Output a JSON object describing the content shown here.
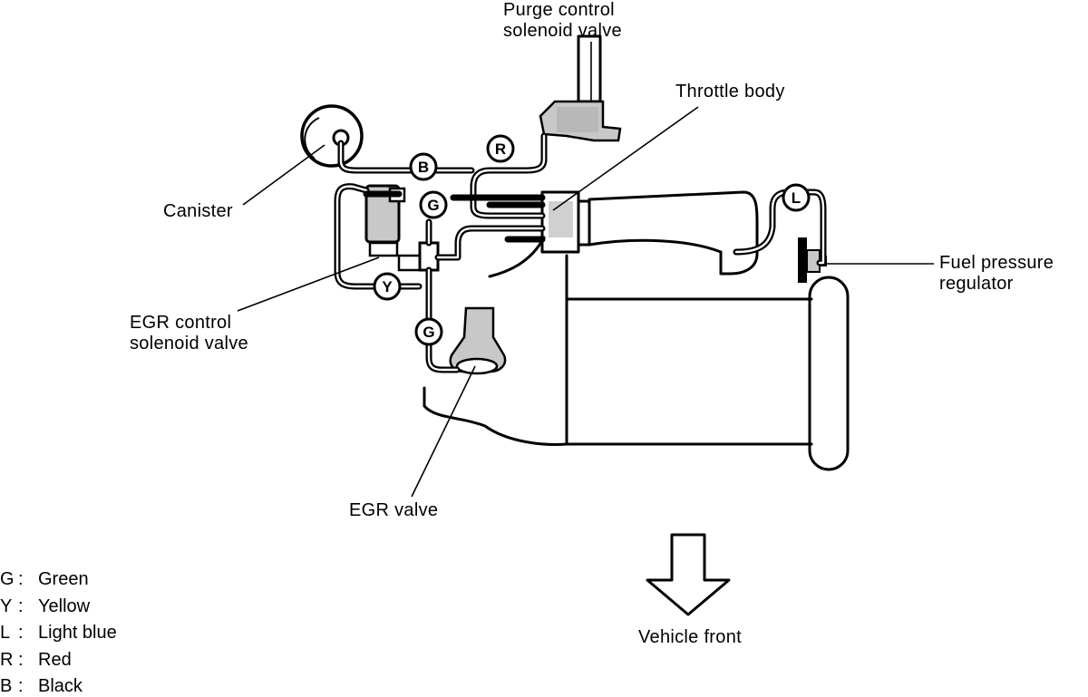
{
  "components": {
    "purge_valve": "Purge control\nsolenoid valve",
    "throttle_body": "Throttle body",
    "canister": "Canister",
    "fuel_regulator": "Fuel pressure\nregulator",
    "egr_solenoid": "EGR control\nsolenoid valve",
    "egr_valve": "EGR valve",
    "vehicle_front": "Vehicle front"
  },
  "hose_tags": {
    "black": "B",
    "red": "R",
    "green_upper": "G",
    "green_lower": "G",
    "yellow": "Y",
    "light_blue": "L"
  },
  "legend": [
    {
      "code": "G",
      "sep": ":",
      "name": "Green"
    },
    {
      "code": "Y",
      "sep": ":",
      "name": "Yellow"
    },
    {
      "code": "L",
      "sep": ":",
      "name": "Light blue"
    },
    {
      "code": "R",
      "sep": ":",
      "name": "Red"
    },
    {
      "code": "B",
      "sep": ":",
      "name": "Black"
    }
  ]
}
